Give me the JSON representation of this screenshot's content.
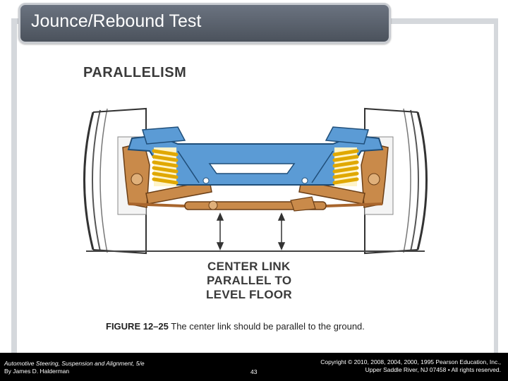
{
  "slide": {
    "title": "Jounce/Rebound Test"
  },
  "figure": {
    "heading": "PARALLELISM",
    "label_lines": [
      "CENTER LINK",
      "PARALLEL TO",
      "LEVEL FLOOR"
    ],
    "caption_number": "FIGURE 12–25",
    "caption_text": "The center link should be parallel to the ground."
  },
  "footer": {
    "book_title": "Automotive Steering, Suspension and Alignment, 5/e",
    "author": "By James D. Halderman",
    "page_number": "43",
    "copyright_line1": "Copyright © 2010, 2008, 2004, 2000, 1995 Pearson Education, Inc.,",
    "copyright_line2": "Upper Saddle River, NJ 07458 • All rights reserved."
  },
  "colors": {
    "title_tab": "#5a616b",
    "frame": "#d5d8dc",
    "crossmember_blue": "#5b9bd5",
    "spring_yellow": "#f2c230",
    "linkage_orange": "#c98a4a",
    "footer_bg": "#000000"
  }
}
